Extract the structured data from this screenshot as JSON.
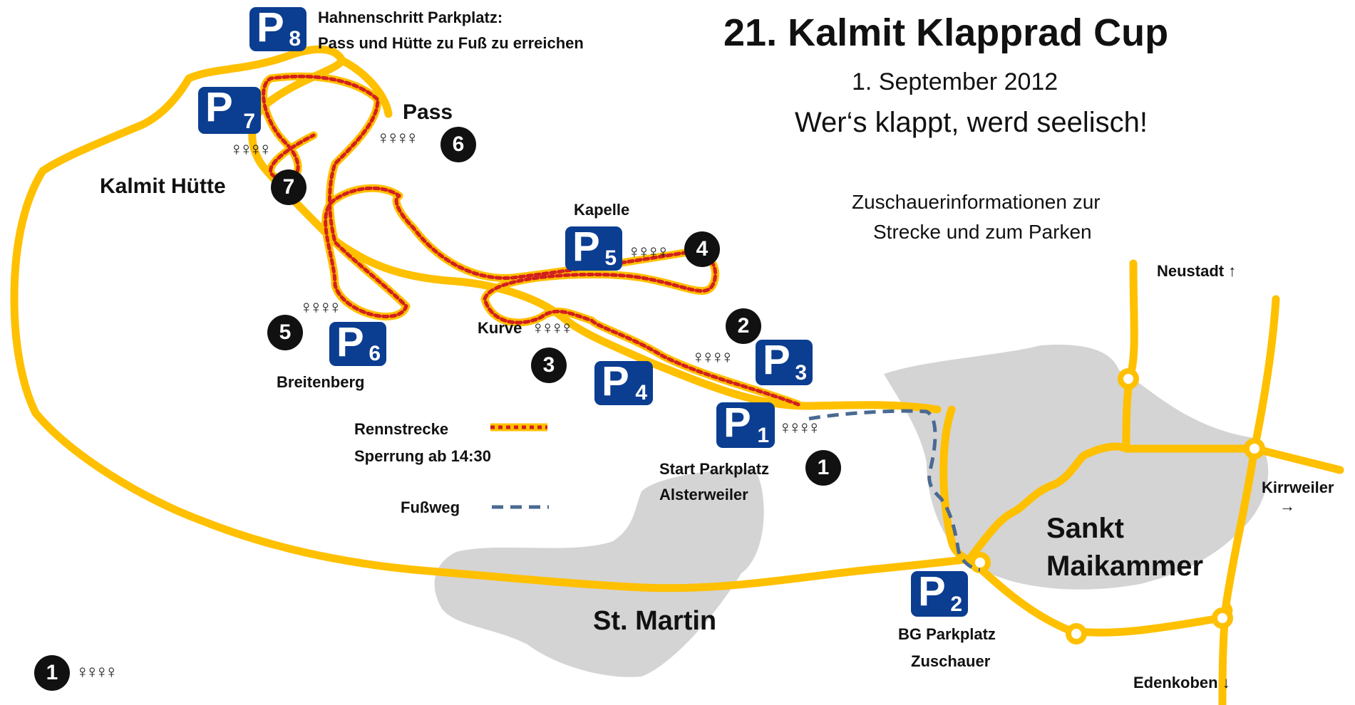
{
  "title": "21. Kalmit Klapprad Cup",
  "date": "1. September 2012",
  "slogan": "Wer‘s klappt, werd seelisch!",
  "info_line1": "Zuschauerinformationen zur",
  "info_line2": "Strecke und zum Parken",
  "p8_label_line1": "Hahnenschritt Parkplatz:",
  "p8_label_line2": "Pass und Hütte zu Fuß zu erreichen",
  "pass_label": "Pass",
  "kalmit_huette": "Kalmit Hütte",
  "kapelle": "Kapelle",
  "kurve": "Kurve",
  "breitenberg": "Breitenberg",
  "start_line1": "Start Parkplatz",
  "start_line2": "Alsterweiler",
  "p2_label_line1": "BG Parkplatz",
  "p2_label_line2": "Zuschauer",
  "legend_race_line1": "Rennstrecke",
  "legend_race_line2": "Sperrung ab 14:30",
  "legend_foot": "Fußweg",
  "st_martin": "St. Martin",
  "sankt_line1": "Sankt",
  "sankt_line2": "Maikammer",
  "neustadt": "Neustadt",
  "kirrweiler": "Kirrweiler",
  "edenkoben": "Edenkoben",
  "arrow_up": "↑",
  "arrow_down": "↓",
  "arrow_right": "→",
  "p_letter": "P",
  "people_glyph": "♀♀♀♀",
  "parking": {
    "p1": "1",
    "p2": "2",
    "p3": "3",
    "p4": "4",
    "p5": "5",
    "p6": "6",
    "p7": "7",
    "p8": "8"
  },
  "spots": {
    "s1": "1",
    "s2": "2",
    "s3": "3",
    "s4": "4",
    "s5": "5",
    "s6": "6",
    "s7": "7",
    "legend": "1"
  },
  "colors": {
    "road": "#ffc000",
    "race": "#d21f1f",
    "foot": "#4a6a92",
    "badge": "#0b3d91",
    "town": "#d2d2d2"
  }
}
